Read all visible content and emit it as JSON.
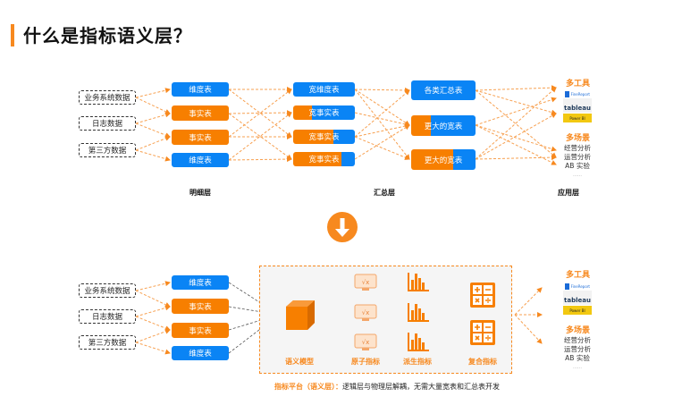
{
  "title": "什么是指标语义层？",
  "colors": {
    "accent": "#f7891f",
    "blue": "#0a84f5",
    "orange": "#f77f00"
  },
  "top": {
    "sources": [
      "业务系统数据",
      "日志数据",
      "第三方数据"
    ],
    "detail_layer": {
      "label": "明细层",
      "tables": [
        {
          "label": "维度表",
          "type": "dimension"
        },
        {
          "label": "事实表",
          "type": "fact"
        },
        {
          "label": "事实表",
          "type": "fact"
        },
        {
          "label": "维度表",
          "type": "dimension"
        }
      ]
    },
    "summary_layer": {
      "label": "汇总层",
      "col1": [
        {
          "label": "宽维度表"
        },
        {
          "label": "宽事实表"
        },
        {
          "label": "宽事实表"
        },
        {
          "label": "宽事实表"
        }
      ],
      "col2": [
        {
          "label": "各类汇总表"
        },
        {
          "label": "更大的宽表"
        },
        {
          "label": "更大的宽表"
        }
      ]
    },
    "app_layer": {
      "label": "应用层",
      "tools_heading": "多工具",
      "tools": [
        "FineReport",
        "tableau",
        "Power BI"
      ],
      "scenes_heading": "多场景",
      "scenes": [
        "经营分析",
        "运营分析",
        "AB 实验"
      ],
      "more": "……"
    }
  },
  "transition_icon": "arrow-down-icon",
  "bottom": {
    "sources": [
      "业务系统数据",
      "日志数据",
      "第三方数据"
    ],
    "tables": [
      {
        "label": "维度表",
        "type": "dimension"
      },
      {
        "label": "事实表",
        "type": "fact"
      },
      {
        "label": "事实表",
        "type": "fact"
      },
      {
        "label": "维度表",
        "type": "dimension"
      }
    ],
    "platform": {
      "stages": [
        "语义模型",
        "原子指标",
        "派生指标",
        "复合指标"
      ],
      "icons": [
        "cube-icon",
        "formula-monitor-icon",
        "bar-chart-icon",
        "calculator-icon"
      ]
    },
    "app_layer": {
      "tools_heading": "多工具",
      "tools": [
        "FineReport",
        "tableau",
        "Power BI"
      ],
      "scenes_heading": "多场景",
      "scenes": [
        "经营分析",
        "运营分析",
        "AB 实验"
      ],
      "more": "……"
    },
    "footer": {
      "highlight": "指标平台（语义层）：",
      "text": "逻辑层与物理层解耦，无需大量宽表和汇总表开发"
    }
  }
}
